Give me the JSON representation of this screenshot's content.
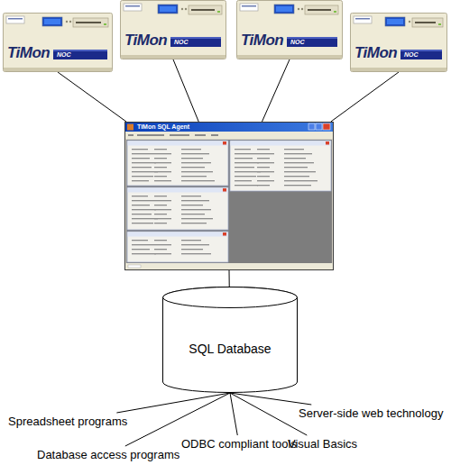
{
  "diagram": {
    "nodes": [
      {
        "text": [
          "TiMon",
          "NOC"
        ]
      },
      {
        "text": [
          "TiMon",
          "NOC"
        ]
      },
      {
        "text": [
          "TiMon",
          "NOC"
        ]
      },
      {
        "text": [
          "TiMon",
          "NOC"
        ]
      },
      {
        "text": [
          "TiMon SQL Agent"
        ]
      },
      {
        "text": [
          "SQL Database"
        ]
      },
      {
        "text": [
          "Spreadsheet programs"
        ]
      },
      {
        "text": [
          "Database access programs"
        ]
      },
      {
        "text": [
          "ODBC compliant tools"
        ]
      },
      {
        "text": [
          "Visual Basics"
        ]
      },
      {
        "text": [
          "Server-side web technology"
        ]
      }
    ],
    "edges": [
      {
        "from": 0,
        "to": 4,
        "arrow": "none"
      },
      {
        "from": 1,
        "to": 4,
        "arrow": "none"
      },
      {
        "from": 2,
        "to": 4,
        "arrow": "none"
      },
      {
        "from": 3,
        "to": 4,
        "arrow": "none"
      },
      {
        "from": 4,
        "to": 5,
        "arrow": "none"
      },
      {
        "from": 5,
        "to": 6,
        "arrow": "none"
      },
      {
        "from": 5,
        "to": 7,
        "arrow": "none"
      },
      {
        "from": 5,
        "to": 8,
        "arrow": "none"
      },
      {
        "from": 5,
        "to": 9,
        "arrow": "none"
      },
      {
        "from": 5,
        "to": 10,
        "arrow": "none"
      }
    ]
  }
}
